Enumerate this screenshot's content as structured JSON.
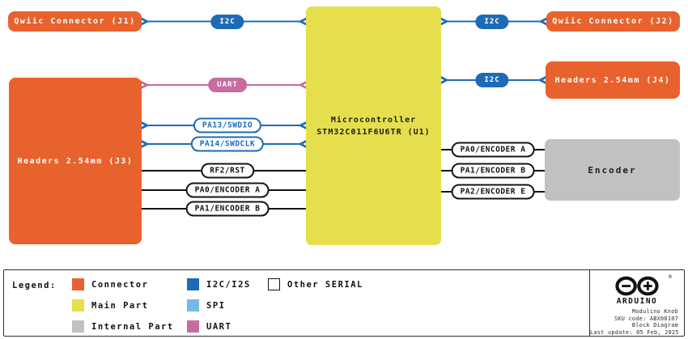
{
  "blocks": {
    "j1": {
      "label": "Qwiic Connector (J1)"
    },
    "j2": {
      "label": "Qwiic Connector (J2)"
    },
    "j3": {
      "label": "Headers 2.54mm (J3)"
    },
    "j4": {
      "label": "Headers 2.54mm (J4)"
    },
    "mcu": {
      "label_line1": "Microcontroller",
      "label_line2": "STM32C011F6U6TR (U1)"
    },
    "encoder": {
      "label": "Encoder"
    }
  },
  "connections": {
    "i2c": "I2C",
    "uart": "UART",
    "swdio": "PA13/SWDIO",
    "swdclk": "PA14/SWDCLK",
    "reset": "RF2/RST",
    "encoder_a": "PA0/ENCODER A",
    "encoder_b": "PA1/ENCODER B",
    "encoder_e": "PA2/ENCODER E"
  },
  "legend": {
    "title": "Legend:",
    "items": [
      {
        "label": "Connector",
        "color": "#E8622D"
      },
      {
        "label": "Main Part",
        "color": "#E5DF4D"
      },
      {
        "label": "Internal Part",
        "color": "#C1C1C1"
      },
      {
        "label": "I2C/I2S",
        "color": "#1E6BB5"
      },
      {
        "label": "SPI",
        "color": "#72B9E9"
      },
      {
        "label": "UART",
        "color": "#C76BA0"
      },
      {
        "label": "Other SERIAL",
        "color": "#FFFFFF"
      }
    ]
  },
  "footer": {
    "brand": "ARDUINO",
    "registered": "®",
    "product": "Modulino Knob",
    "sku": "SKU code: ABX00107",
    "doc_type": "Block Diagram",
    "last_update": "Last update: 05 Feb, 2025"
  },
  "colors": {
    "connector_orange": "#E8622D",
    "main_part_yellow": "#E5DF4D",
    "internal_gray": "#C1C1C1",
    "i2c_blue": "#1E6BB5",
    "spi_light_blue": "#72B9E9",
    "uart_pink": "#C76BA0",
    "wire_black": "#141414"
  }
}
